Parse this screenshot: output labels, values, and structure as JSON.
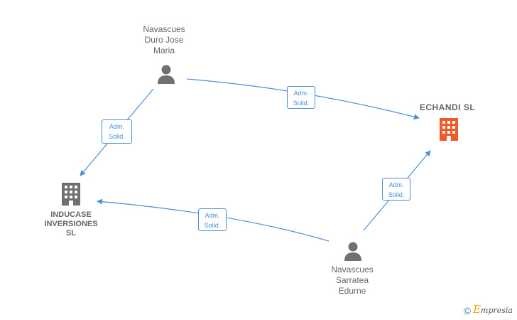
{
  "nodes": {
    "person_top": {
      "name": "Navascues\nDuro Jose\nMaria",
      "icon": "person-icon",
      "color": "#666666"
    },
    "person_bottom": {
      "name": "Navascues\nSarratea\nEdurne",
      "icon": "person-icon",
      "color": "#666666"
    },
    "company_main": {
      "name": "ECHANDI  SL",
      "icon": "building-icon",
      "color": "#f05a28"
    },
    "company_left": {
      "name": "INDUCASE\nINVERSIONES\nSL",
      "icon": "building-icon",
      "color": "#666666"
    }
  },
  "edges": [
    {
      "id": "e1",
      "line1": "Adm.",
      "line2": "Solid."
    },
    {
      "id": "e2",
      "line1": "Adm.",
      "line2": "Solid."
    },
    {
      "id": "e3",
      "line1": "Adm.",
      "line2": "Solid."
    },
    {
      "id": "e4",
      "line1": "Adm.",
      "line2": "Solid."
    }
  ],
  "colors": {
    "edge": "#4a90d9",
    "text": "#666666",
    "accent": "#f05a28"
  },
  "brand": {
    "copyright": "©",
    "e": "E",
    "rest": "mpresia"
  }
}
